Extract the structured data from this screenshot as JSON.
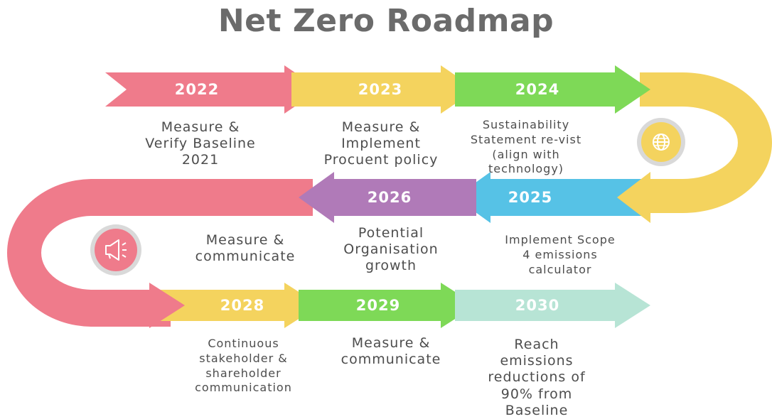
{
  "title": "Net Zero Roadmap",
  "colors": {
    "pink": "#EF7B8B",
    "yellow": "#F4D35E",
    "green": "#7ED957",
    "purple": "#B07AB8",
    "blue": "#56C2E6",
    "mint": "#B7E4D5",
    "icon_ring": "#D9D9D9",
    "text": "#4D4D4D",
    "title": "#6B6B6B"
  },
  "icons": {
    "globe": "globe-icon",
    "megaphone": "megaphone-icon"
  },
  "milestones": [
    {
      "year": "2022",
      "description": "Measure &\nVerify Baseline\n2021"
    },
    {
      "year": "2023",
      "description": "Measure &\nImplement\nProcuent policy"
    },
    {
      "year": "2024",
      "description": "Sustainability\nStatement re-vist\n(align with\ntechnology)"
    },
    {
      "year": "2025",
      "description": "Implement Scope\n4 emissions\ncalculator"
    },
    {
      "year": "2026",
      "description": "Potential\nOrganisation\ngrowth"
    },
    {
      "year": "",
      "description": "Measure &\ncommunicate"
    },
    {
      "year": "2028",
      "description": "Continuous\nstakeholder &\nshareholder\ncommunication"
    },
    {
      "year": "2029",
      "description": "Measure &\ncommunicate"
    },
    {
      "year": "2030",
      "description": "Reach\nemissions\nreductions of\n90% from\nBaseline"
    }
  ]
}
